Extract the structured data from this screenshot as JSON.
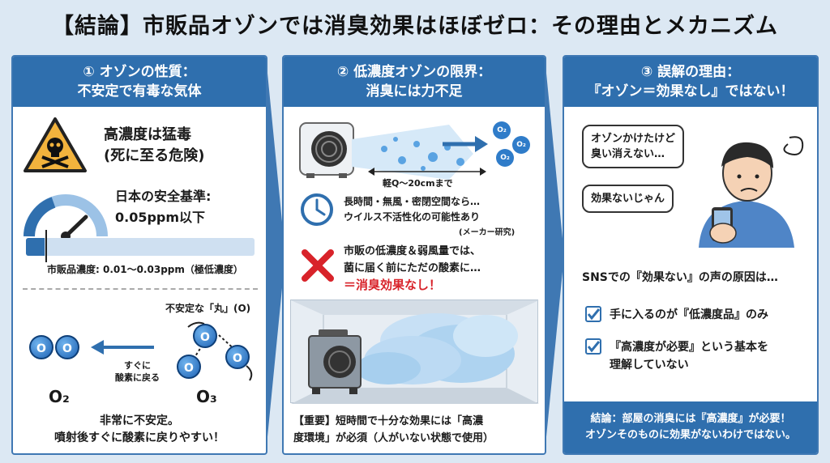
{
  "title": "【結論】市販品オゾンでは消臭効果はほぼゼロ：その理由とメカニズム",
  "panel1": {
    "head_line1": "① オゾンの性質：",
    "head_line2": "不安定で有毒な気体",
    "danger_line1": "高濃度は猛毒",
    "danger_line2": "(死に至る危険)",
    "standard_line1": "日本の安全基準:",
    "standard_line2": "0.05ppm以下",
    "commercial_label": "市販品濃度: 0.01〜0.03ppm（極低濃度）",
    "bar_fill_fraction": 0.08,
    "unstable_label": "不安定な「丸」(O)",
    "o2_atom_a": "O",
    "o2_atom_b": "O",
    "o3_atom_a": "O",
    "o3_atom_b": "O",
    "o3_atom_c": "O",
    "back_line1": "すぐに",
    "back_line2": "酸素に戻る",
    "o2_label": "O₂",
    "o3_label": "O₃",
    "bottom_line1": "非常に不安定。",
    "bottom_line2": "噴射後すぐに酸素に戻りやすい！"
  },
  "panel2": {
    "head_line1": "② 低濃度オゾンの限界：",
    "head_line2": "消臭には力不足",
    "range_label": "軽Q〜20cmまで",
    "o2_small_a": "O₂",
    "o2_small_b": "O₂",
    "o2_small_c": "O₂",
    "clock_line1": "長時間・無風・密閉空間なら…",
    "clock_line2": "ウイルス不活性化の可能性あり",
    "clock_note": "(メーカー研究)",
    "x_line1": "市販の低濃度＆弱風量では、",
    "x_line2": "菌に届く前にただの酸素に…",
    "x_line3": "＝消臭効果なし！",
    "important_line1": "【重要】短時間で十分な効果には「高濃",
    "important_line2": "度環境」が必須（人がいない状態で使用）"
  },
  "panel3": {
    "head_line1": "③ 誤解の理由：",
    "head_line2": "『オゾン＝効果なし』ではない！",
    "bubble1_line1": "オゾンかけたけど",
    "bubble1_line2": "臭い消えない…",
    "bubble2": "効果ないじゃん",
    "sns_text": "SNSでの『効果ない』の声の原因は…",
    "check1": "手に入るのが『低濃度品』のみ",
    "check2_line1": "『高濃度が必要』という基本を",
    "check2_line2": "理解していない",
    "conclusion_line1": "結論：部屋の消臭には『高濃度』が必要！",
    "conclusion_line2": "オゾンそのものに効果がないわけではない。"
  },
  "colors": {
    "primary": "#2f6fae",
    "background": "#dce8f3",
    "danger": "#d8232a",
    "warning": "#f2b33d"
  }
}
